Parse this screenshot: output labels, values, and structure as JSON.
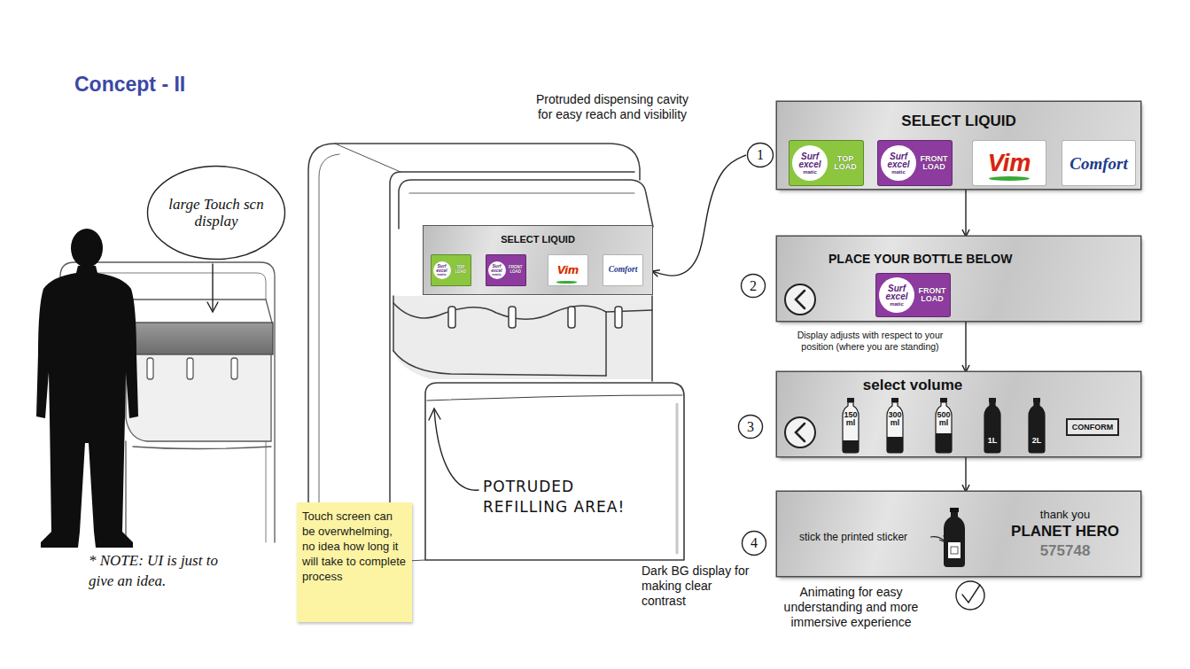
{
  "diagram": {
    "title": "Concept - II",
    "nodes": [
      {
        "text": [
          "large Touch scn display"
        ]
      },
      {
        "text": [
          "SELECT LIQUID"
        ]
      },
      {
        "text": [
          "Surf excel",
          "matic",
          "TOP LOAD"
        ],
        "in": 1
      },
      {
        "text": [
          "Surf excel",
          "matic",
          "FRONT LOAD"
        ],
        "in": 1
      },
      {
        "text": [
          "Vim"
        ],
        "in": 1
      },
      {
        "text": [
          "Comfort"
        ],
        "in": 1
      },
      {
        "text": [
          "1"
        ]
      },
      {
        "text": [
          "SELECT LIQUID"
        ]
      },
      {
        "text": [
          "Surf excel",
          "matic",
          "TOP LOAD"
        ],
        "in": 7
      },
      {
        "text": [
          "Surf excel",
          "matic",
          "FRONT LOAD"
        ],
        "in": 7
      },
      {
        "text": [
          "Vim"
        ],
        "in": 7
      },
      {
        "text": [
          "Comfort"
        ],
        "in": 7
      },
      {
        "text": [
          "2"
        ]
      },
      {
        "text": [
          "PLACE YOUR BOTTLE BELOW"
        ]
      },
      {
        "text": [
          "Surf excel",
          "matic",
          "FRONT LOAD"
        ],
        "in": 13
      },
      {
        "text": [
          "3"
        ]
      },
      {
        "text": [
          "select volume"
        ]
      },
      {
        "text": [
          "150 ml"
        ],
        "in": 16
      },
      {
        "text": [
          "300 ml"
        ],
        "in": 16
      },
      {
        "text": [
          "500 ml"
        ],
        "in": 16
      },
      {
        "text": [
          "1L"
        ],
        "in": 16
      },
      {
        "text": [
          "2L"
        ],
        "in": 16
      },
      {
        "text": [
          "CONFORM"
        ],
        "in": 16
      },
      {
        "text": [
          "4"
        ]
      },
      {
        "text": [
          "stick the printed sticker",
          "thank you",
          "PLANET HERO",
          "575748"
        ]
      },
      {
        "text": [
          "Touch screen can be overwhelming, no idea how long it will take to complete process"
        ]
      }
    ],
    "edges": [
      {
        "from": 6,
        "to": 1,
        "arrow": "to"
      },
      {
        "from": 7,
        "to": 13,
        "arrow": "to"
      },
      {
        "from": 13,
        "to": 16,
        "arrow": "to"
      },
      {
        "from": 16,
        "to": 24,
        "arrow": "to"
      }
    ],
    "labels": [
      "Protruded dispensing cavity for easy reach and visibility",
      "POTRUDED REFILLING AREA!",
      "* NOTE: UI is just to give an idea.",
      "Dark BG display for making clear contrast",
      "Display adjusts with respect to your position (where you are standing)",
      "Animating for easy understanding and more immersive experience"
    ]
  }
}
